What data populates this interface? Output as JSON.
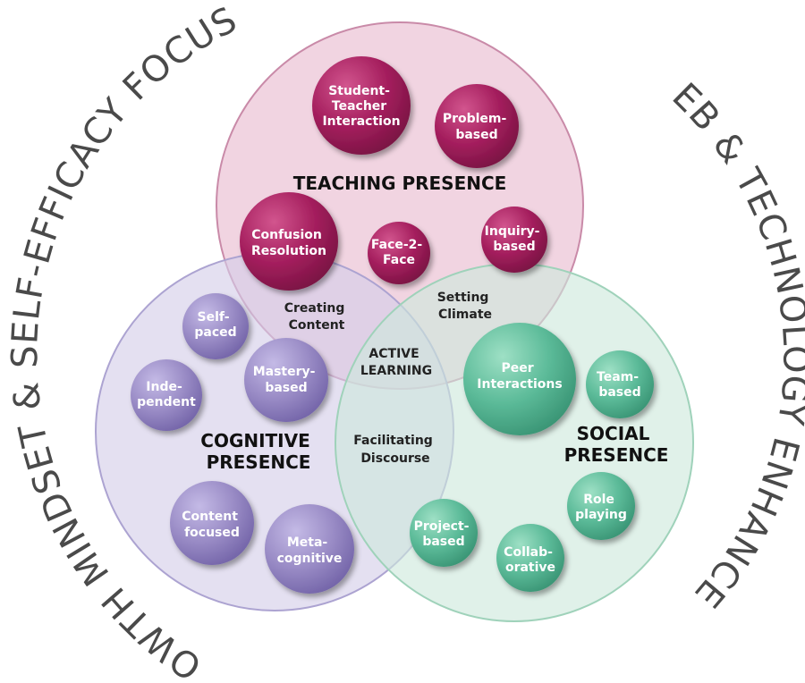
{
  "arcs": {
    "left": "GROWTH MINDSET & SELF-EFFICACY FOCUSED",
    "right": "WEB & TECHNOLOGY ENHANCED"
  },
  "colors": {
    "arc_text": "#4a4a4a",
    "teaching_fill": "#e8b9cf",
    "teaching_stroke": "#c98aa8",
    "cognitive_fill": "#d3cde9",
    "cognitive_stroke": "#aca3d1",
    "social_fill": "#cde8dc",
    "social_stroke": "#9fd2ba",
    "teaching_bubble": "#a51f5e",
    "cognitive_bubble": "#9a8cc6",
    "social_bubble": "#5cbb99"
  },
  "regions": {
    "teaching": [
      "TEACHING PRESENCE"
    ],
    "cognitive": [
      "COGNITIVE",
      "PRESENCE"
    ],
    "social": [
      "SOCIAL",
      "PRESENCE"
    ]
  },
  "overlaps": {
    "creating": [
      "Creating",
      "Content"
    ],
    "setting": [
      "Setting",
      "Climate"
    ],
    "facilitating": [
      "Facilitating",
      "Discourse"
    ],
    "active": [
      "ACTIVE",
      "LEARNING"
    ]
  },
  "bubbles": {
    "teaching": [
      {
        "id": "student-teacher-interaction",
        "lines": [
          "Student-",
          "Teacher",
          "Interaction"
        ]
      },
      {
        "id": "problem-based",
        "lines": [
          "Problem-",
          "based"
        ]
      },
      {
        "id": "confusion-resolution",
        "lines": [
          "Confusion",
          "Resolution"
        ]
      },
      {
        "id": "face-2-face",
        "lines": [
          "Face-2-",
          "Face"
        ]
      },
      {
        "id": "inquiry-based",
        "lines": [
          "Inquiry-",
          "based"
        ]
      }
    ],
    "cognitive": [
      {
        "id": "self-paced",
        "lines": [
          "Self-",
          "paced"
        ]
      },
      {
        "id": "mastery-based",
        "lines": [
          "Mastery-",
          "based"
        ]
      },
      {
        "id": "independent",
        "lines": [
          "Inde-",
          "pendent"
        ]
      },
      {
        "id": "content-focused",
        "lines": [
          "Content",
          "focused"
        ]
      },
      {
        "id": "metacognitive",
        "lines": [
          "Meta-",
          "cognitive"
        ]
      }
    ],
    "social": [
      {
        "id": "peer-interactions",
        "lines": [
          "Peer",
          "Interactions"
        ]
      },
      {
        "id": "team-based",
        "lines": [
          "Team-",
          "based"
        ]
      },
      {
        "id": "role-playing",
        "lines": [
          "Role",
          "playing"
        ]
      },
      {
        "id": "project-based",
        "lines": [
          "Project-",
          "based"
        ]
      },
      {
        "id": "collaborative",
        "lines": [
          "Collab-",
          "orative"
        ]
      }
    ]
  }
}
